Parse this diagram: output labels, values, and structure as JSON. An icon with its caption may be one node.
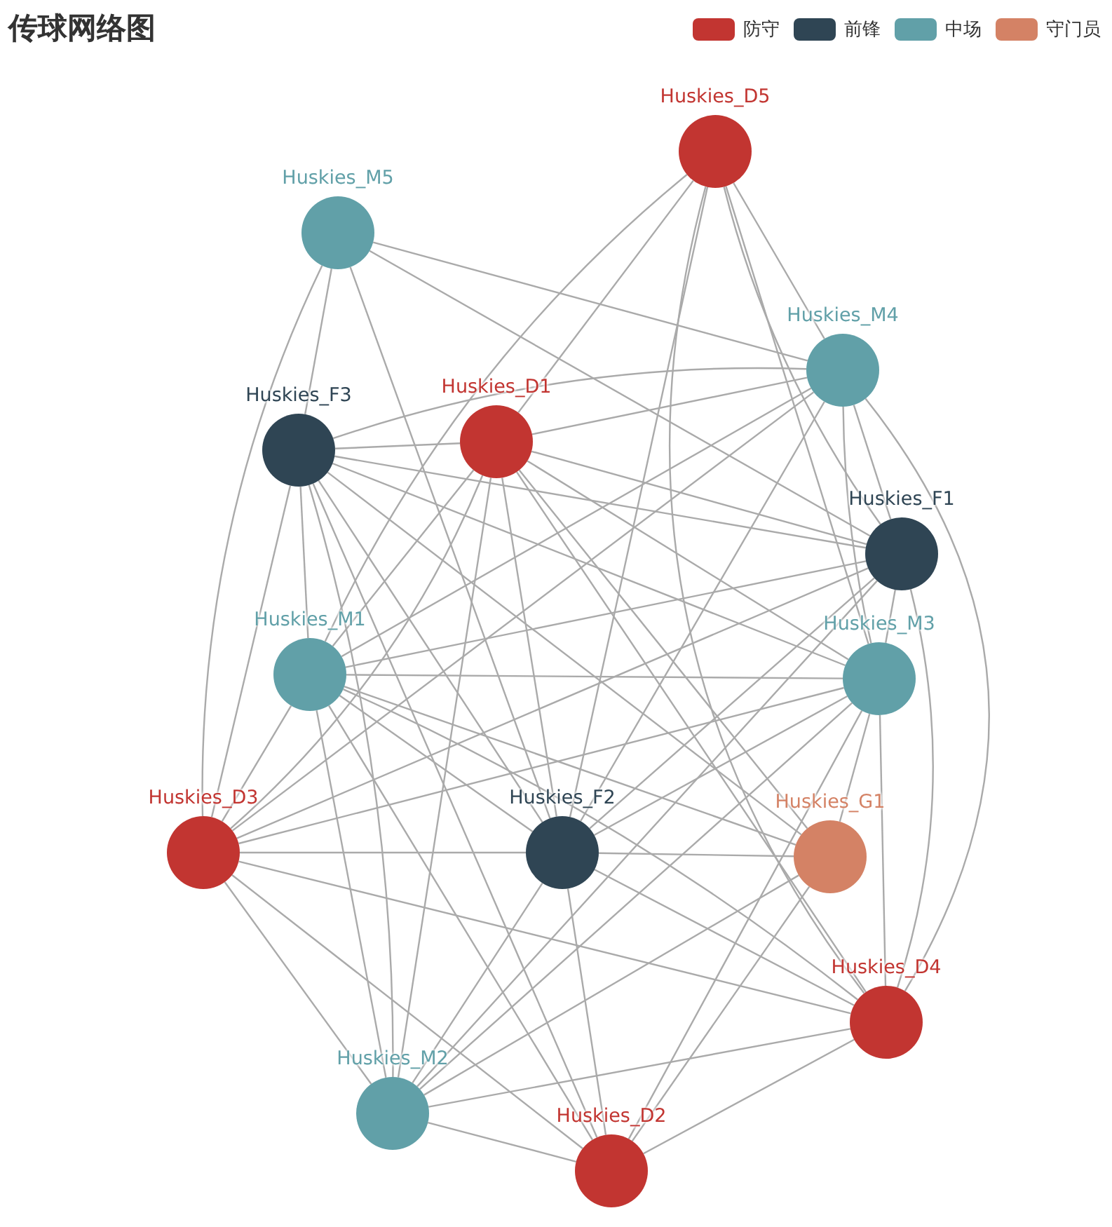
{
  "diagram": {
    "title": "传球网络图",
    "nodes": [
      {
        "text": [
          "Huskies_D5"
        ]
      },
      {
        "text": [
          "Huskies_M5"
        ]
      },
      {
        "text": [
          "Huskies_M4"
        ]
      },
      {
        "text": [
          "Huskies_F3"
        ]
      },
      {
        "text": [
          "Huskies_D1"
        ]
      },
      {
        "text": [
          "Huskies_F1"
        ]
      },
      {
        "text": [
          "Huskies_M1"
        ]
      },
      {
        "text": [
          "Huskies_M3"
        ]
      },
      {
        "text": [
          "Huskies_D3"
        ]
      },
      {
        "text": [
          "Huskies_F2"
        ]
      },
      {
        "text": [
          "Huskies_G1"
        ]
      },
      {
        "text": [
          "Huskies_D4"
        ]
      },
      {
        "text": [
          "Huskies_M2"
        ]
      },
      {
        "text": [
          "Huskies_D2"
        ]
      }
    ],
    "edges": [
      {
        "from": 0,
        "to": 6,
        "arrow": "none"
      },
      {
        "from": 0,
        "to": 4,
        "arrow": "none"
      },
      {
        "from": 0,
        "to": 9,
        "arrow": "none"
      },
      {
        "from": 0,
        "to": 7,
        "arrow": "none"
      },
      {
        "from": 0,
        "to": 11,
        "arrow": "none"
      },
      {
        "from": 0,
        "to": 5,
        "arrow": "none"
      },
      {
        "from": 0,
        "to": 2,
        "arrow": "none"
      },
      {
        "from": 1,
        "to": 3,
        "arrow": "none"
      },
      {
        "from": 1,
        "to": 8,
        "arrow": "none"
      },
      {
        "from": 1,
        "to": 9,
        "arrow": "none"
      },
      {
        "from": 1,
        "to": 2,
        "arrow": "none"
      },
      {
        "from": 1,
        "to": 5,
        "arrow": "none"
      },
      {
        "from": 2,
        "to": 3,
        "arrow": "none"
      },
      {
        "from": 2,
        "to": 4,
        "arrow": "none"
      },
      {
        "from": 2,
        "to": 6,
        "arrow": "none"
      },
      {
        "from": 2,
        "to": 8,
        "arrow": "none"
      },
      {
        "from": 2,
        "to": 9,
        "arrow": "none"
      },
      {
        "from": 2,
        "to": 7,
        "arrow": "none"
      },
      {
        "from": 2,
        "to": 11,
        "arrow": "none"
      },
      {
        "from": 2,
        "to": 5,
        "arrow": "none"
      },
      {
        "from": 3,
        "to": 4,
        "arrow": "none"
      },
      {
        "from": 3,
        "to": 5,
        "arrow": "none"
      },
      {
        "from": 3,
        "to": 7,
        "arrow": "none"
      },
      {
        "from": 3,
        "to": 6,
        "arrow": "none"
      },
      {
        "from": 3,
        "to": 8,
        "arrow": "none"
      },
      {
        "from": 3,
        "to": 9,
        "arrow": "none"
      },
      {
        "from": 3,
        "to": 10,
        "arrow": "none"
      },
      {
        "from": 3,
        "to": 12,
        "arrow": "none"
      },
      {
        "from": 3,
        "to": 13,
        "arrow": "none"
      },
      {
        "from": 4,
        "to": 5,
        "arrow": "none"
      },
      {
        "from": 4,
        "to": 7,
        "arrow": "none"
      },
      {
        "from": 4,
        "to": 6,
        "arrow": "none"
      },
      {
        "from": 4,
        "to": 9,
        "arrow": "none"
      },
      {
        "from": 4,
        "to": 11,
        "arrow": "none"
      },
      {
        "from": 4,
        "to": 10,
        "arrow": "none"
      },
      {
        "from": 4,
        "to": 12,
        "arrow": "none"
      },
      {
        "from": 4,
        "to": 8,
        "arrow": "none"
      },
      {
        "from": 5,
        "to": 6,
        "arrow": "none"
      },
      {
        "from": 5,
        "to": 8,
        "arrow": "none"
      },
      {
        "from": 5,
        "to": 9,
        "arrow": "none"
      },
      {
        "from": 5,
        "to": 7,
        "arrow": "none"
      },
      {
        "from": 5,
        "to": 11,
        "arrow": "none"
      },
      {
        "from": 5,
        "to": 12,
        "arrow": "none"
      },
      {
        "from": 6,
        "to": 7,
        "arrow": "none"
      },
      {
        "from": 6,
        "to": 8,
        "arrow": "none"
      },
      {
        "from": 6,
        "to": 9,
        "arrow": "none"
      },
      {
        "from": 6,
        "to": 10,
        "arrow": "none"
      },
      {
        "from": 6,
        "to": 11,
        "arrow": "none"
      },
      {
        "from": 6,
        "to": 12,
        "arrow": "none"
      },
      {
        "from": 6,
        "to": 13,
        "arrow": "none"
      },
      {
        "from": 7,
        "to": 8,
        "arrow": "none"
      },
      {
        "from": 7,
        "to": 9,
        "arrow": "none"
      },
      {
        "from": 7,
        "to": 11,
        "arrow": "none"
      },
      {
        "from": 7,
        "to": 12,
        "arrow": "none"
      },
      {
        "from": 7,
        "to": 13,
        "arrow": "none"
      },
      {
        "from": 7,
        "to": 10,
        "arrow": "none"
      },
      {
        "from": 8,
        "to": 9,
        "arrow": "none"
      },
      {
        "from": 8,
        "to": 11,
        "arrow": "none"
      },
      {
        "from": 8,
        "to": 13,
        "arrow": "none"
      },
      {
        "from": 8,
        "to": 12,
        "arrow": "none"
      },
      {
        "from": 9,
        "to": 10,
        "arrow": "none"
      },
      {
        "from": 9,
        "to": 11,
        "arrow": "none"
      },
      {
        "from": 9,
        "to": 13,
        "arrow": "none"
      },
      {
        "from": 9,
        "to": 12,
        "arrow": "none"
      },
      {
        "from": 10,
        "to": 12,
        "arrow": "none"
      },
      {
        "from": 10,
        "to": 13,
        "arrow": "none"
      },
      {
        "from": 11,
        "to": 12,
        "arrow": "none"
      },
      {
        "from": 11,
        "to": 13,
        "arrow": "none"
      },
      {
        "from": 12,
        "to": 13,
        "arrow": "none"
      }
    ],
    "legend": [
      {
        "text": "防守",
        "color": "#c23531"
      },
      {
        "text": "前锋",
        "color": "#2f4554"
      },
      {
        "text": "中场",
        "color": "#61a0a8"
      },
      {
        "text": "守门员",
        "color": "#d48265"
      }
    ]
  }
}
